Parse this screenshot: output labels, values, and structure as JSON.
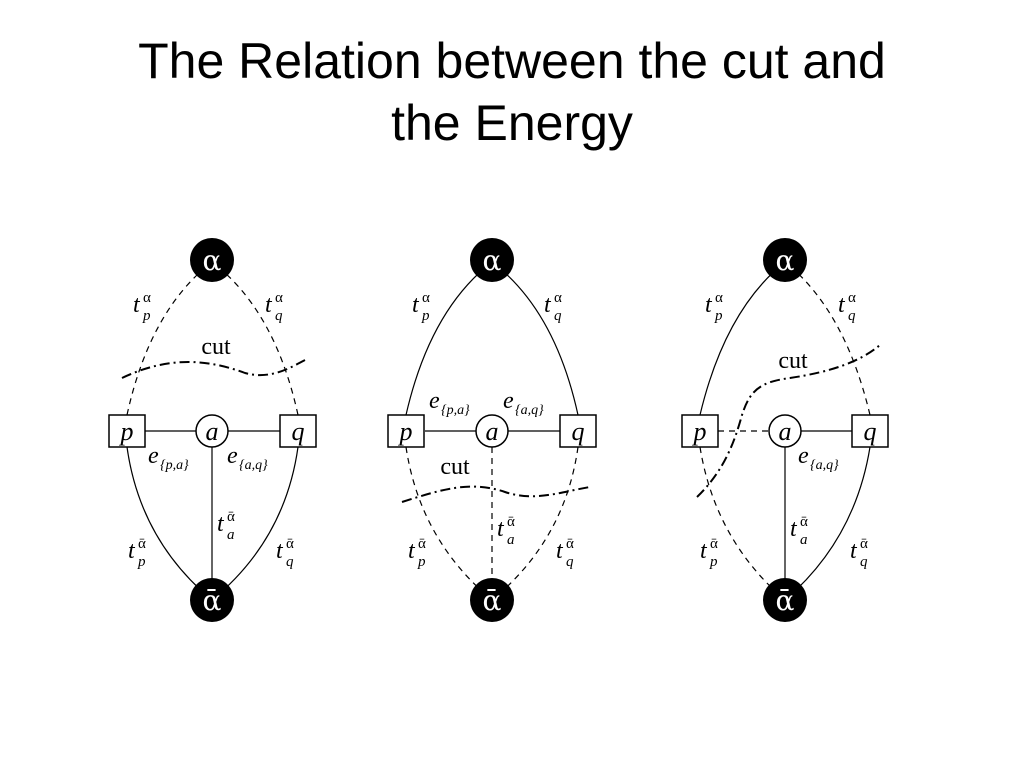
{
  "slide": {
    "title_line1": "The Relation between the cut and",
    "title_line2": "the Energy"
  },
  "figure": {
    "source_symbol": "α",
    "sink_symbol": "ᾱ",
    "node_p": "p",
    "node_a": "a",
    "node_q": "q",
    "cut_label": "cut",
    "t_letter": "t",
    "sub_p": "p",
    "sub_q": "q",
    "sub_a": "a",
    "sup_alpha": "α",
    "sup_alpha_bar": "ᾱ",
    "e_letter": "e",
    "sub_pa": "{p,a}",
    "sub_aq": "{a,q}"
  },
  "colors": {
    "node_fill": "#000000",
    "line": "#000000",
    "background": "#ffffff"
  }
}
